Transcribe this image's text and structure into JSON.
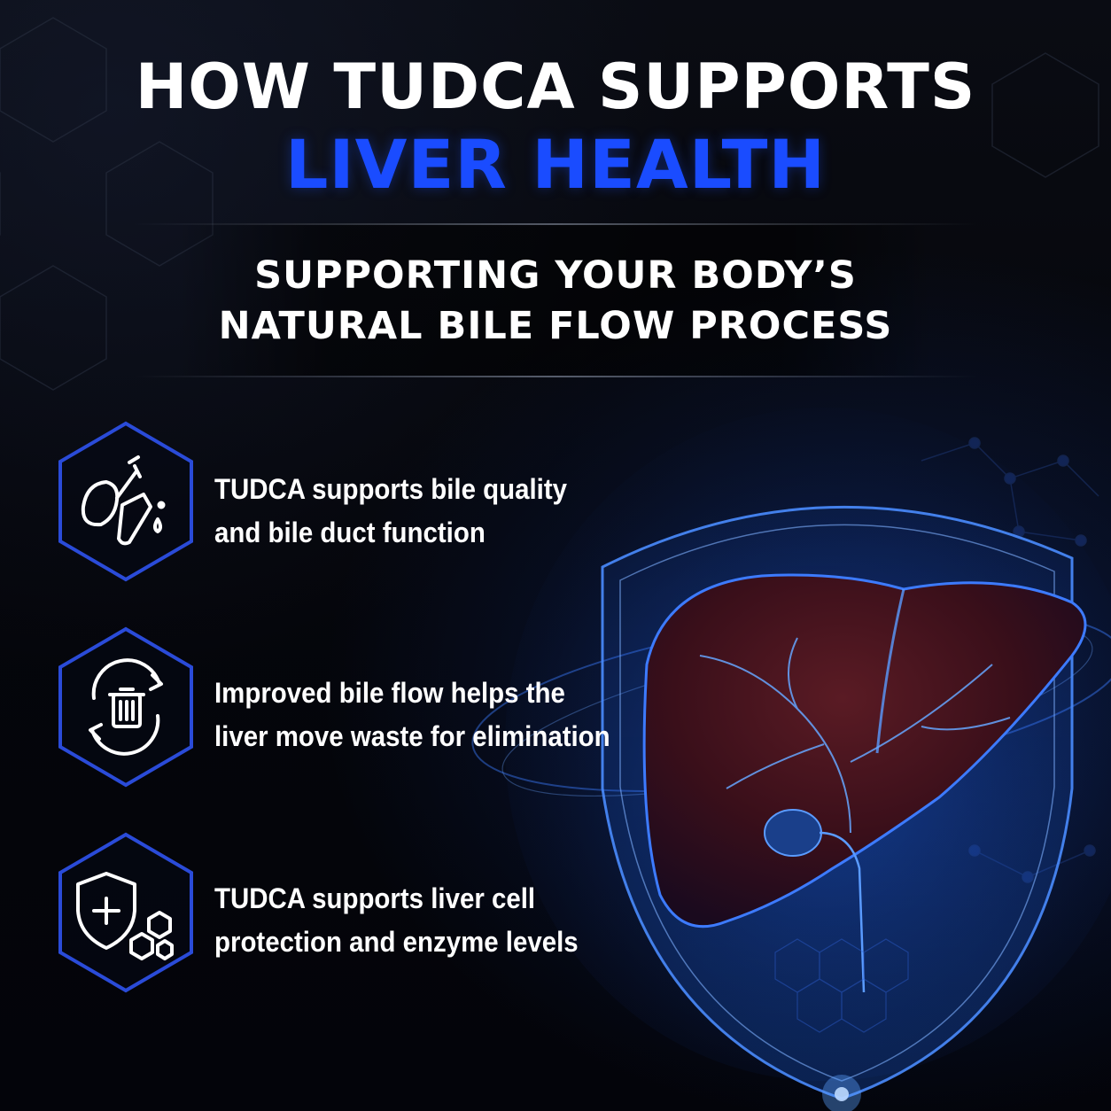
{
  "title": {
    "line1": "HOW TUDCA SUPPORTS",
    "line2": "LIVER HEALTH"
  },
  "subtitle": {
    "line1": "SUPPORTING YOUR BODY’S",
    "line2": "NATURAL BILE FLOW PROCESS"
  },
  "features": [
    {
      "icon": "liver-bile-duct-icon",
      "line1": "TUDCA supports bile quality",
      "line2": "and bile duct function"
    },
    {
      "icon": "recycle-trash-icon",
      "line1": "Improved bile flow helps the",
      "line2": "liver move waste for elimination"
    },
    {
      "icon": "shield-plus-cells-icon",
      "line1": "TUDCA supports liver cell",
      "line2": "protection and enzyme levels"
    }
  ],
  "colors": {
    "accent_blue": "#1a4cff",
    "icon_border": "#2a4bd8",
    "background": "#05070d",
    "text": "#ffffff"
  }
}
